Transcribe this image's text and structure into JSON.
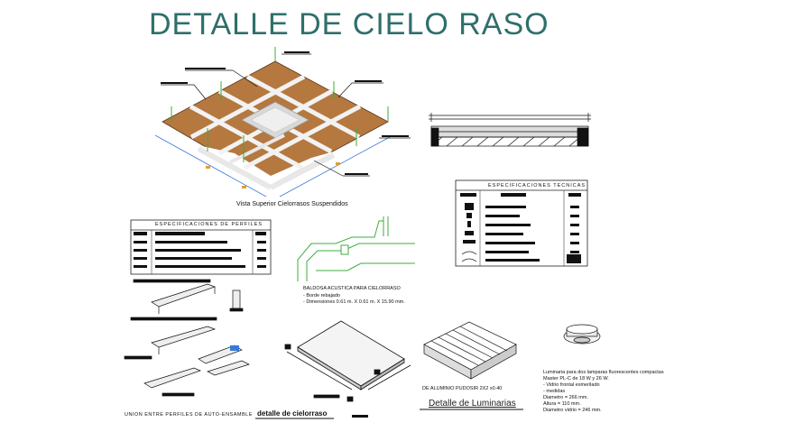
{
  "title": "DETALLE DE CIELO RASO",
  "labels": {
    "iso_view": "Vista Superior Cielorrasos Suspendidos",
    "specs_profiles": "ESPECIFICACIONES DE PERFILES",
    "specs_technical": "ESPECIFICACIONES TECNICAS",
    "acoustic_title": "BALDOSA ACUSTICA PARA CIELORRASO",
    "acoustic_line1": "- Borde rebajado",
    "acoustic_line2": "- Dimensiones 0.61 m. X 0.61 m. X 15.90 mm.",
    "union": "UNION ENTRE PERFILES DE AUTO-ENSAMBLE",
    "detalle_cielorraso": "detalle de cielorraso",
    "aluminum_louver": "DE ALUMINIO PUDOSIR 2X2 x0.40",
    "luminarias": "Detalle de Luminarias",
    "lum_spec1": "Luminaria para dos lamparas fluorescentes compactas",
    "lum_spec2": "Master PL-C de 18 W y 26 W.",
    "lum_spec3": "- Vidrio frontal esmerilado",
    "lum_spec4": "- medidas",
    "lum_spec5": "Diametro = 266 mm.",
    "lum_spec6": "Altura = 110 mm.",
    "lum_spec7": "Diametro vidrio = 246 mm."
  },
  "colors": {
    "title": "#2f6f6b",
    "tile": "#b5783f",
    "grid": "#f2f2f2",
    "accent_green": "#3cae3c",
    "accent_blue": "#3a7bd5"
  }
}
